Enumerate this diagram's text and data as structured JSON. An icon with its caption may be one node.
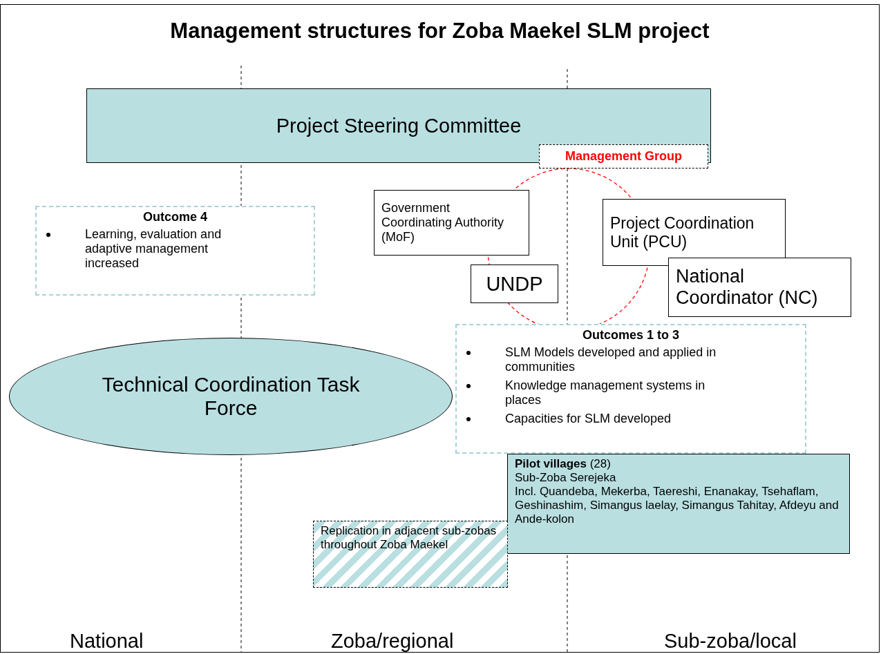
{
  "diagram": {
    "title": "Management structures for Zoba Maekel SLM project",
    "nodes": [
      {
        "text": [
          "Project Steering Committee"
        ]
      },
      {
        "text": [
          "Management Group"
        ]
      },
      {
        "text": [
          "Outcome 4",
          "Learning, evaluation and adaptive management increased"
        ]
      },
      {
        "text": [
          "Government Coordinating Authority (MoF)"
        ]
      },
      {
        "text": [
          "Project Coordination Unit (PCU)"
        ]
      },
      {
        "text": [
          "UNDP"
        ]
      },
      {
        "text": [
          "National Coordinator (NC)"
        ]
      },
      {
        "text": [
          "Technical Coordination Task Force"
        ]
      },
      {
        "text": [
          "Outcomes 1 to 3",
          "SLM Models developed and applied in communities",
          "Knowledge management systems in places",
          "Capacities for SLM developed"
        ]
      },
      {
        "text": [
          "**Pilot villages** (28)",
          "Sub-Zoba Serejeka",
          "Incl. Quandeba, Mekerba, Taereshi, Enanakay, Tsehaflam, Geshinashim, Simangus laelay, Simangus Tahitay, Afdeyu and Ande-kolon"
        ]
      },
      {
        "text": [
          "Replication in adjacent sub-zobas throughout Zoba Maekel"
        ]
      }
    ],
    "edges": [],
    "labels": [
      "National",
      "Zoba/regional",
      "Sub-zoba/local"
    ]
  }
}
